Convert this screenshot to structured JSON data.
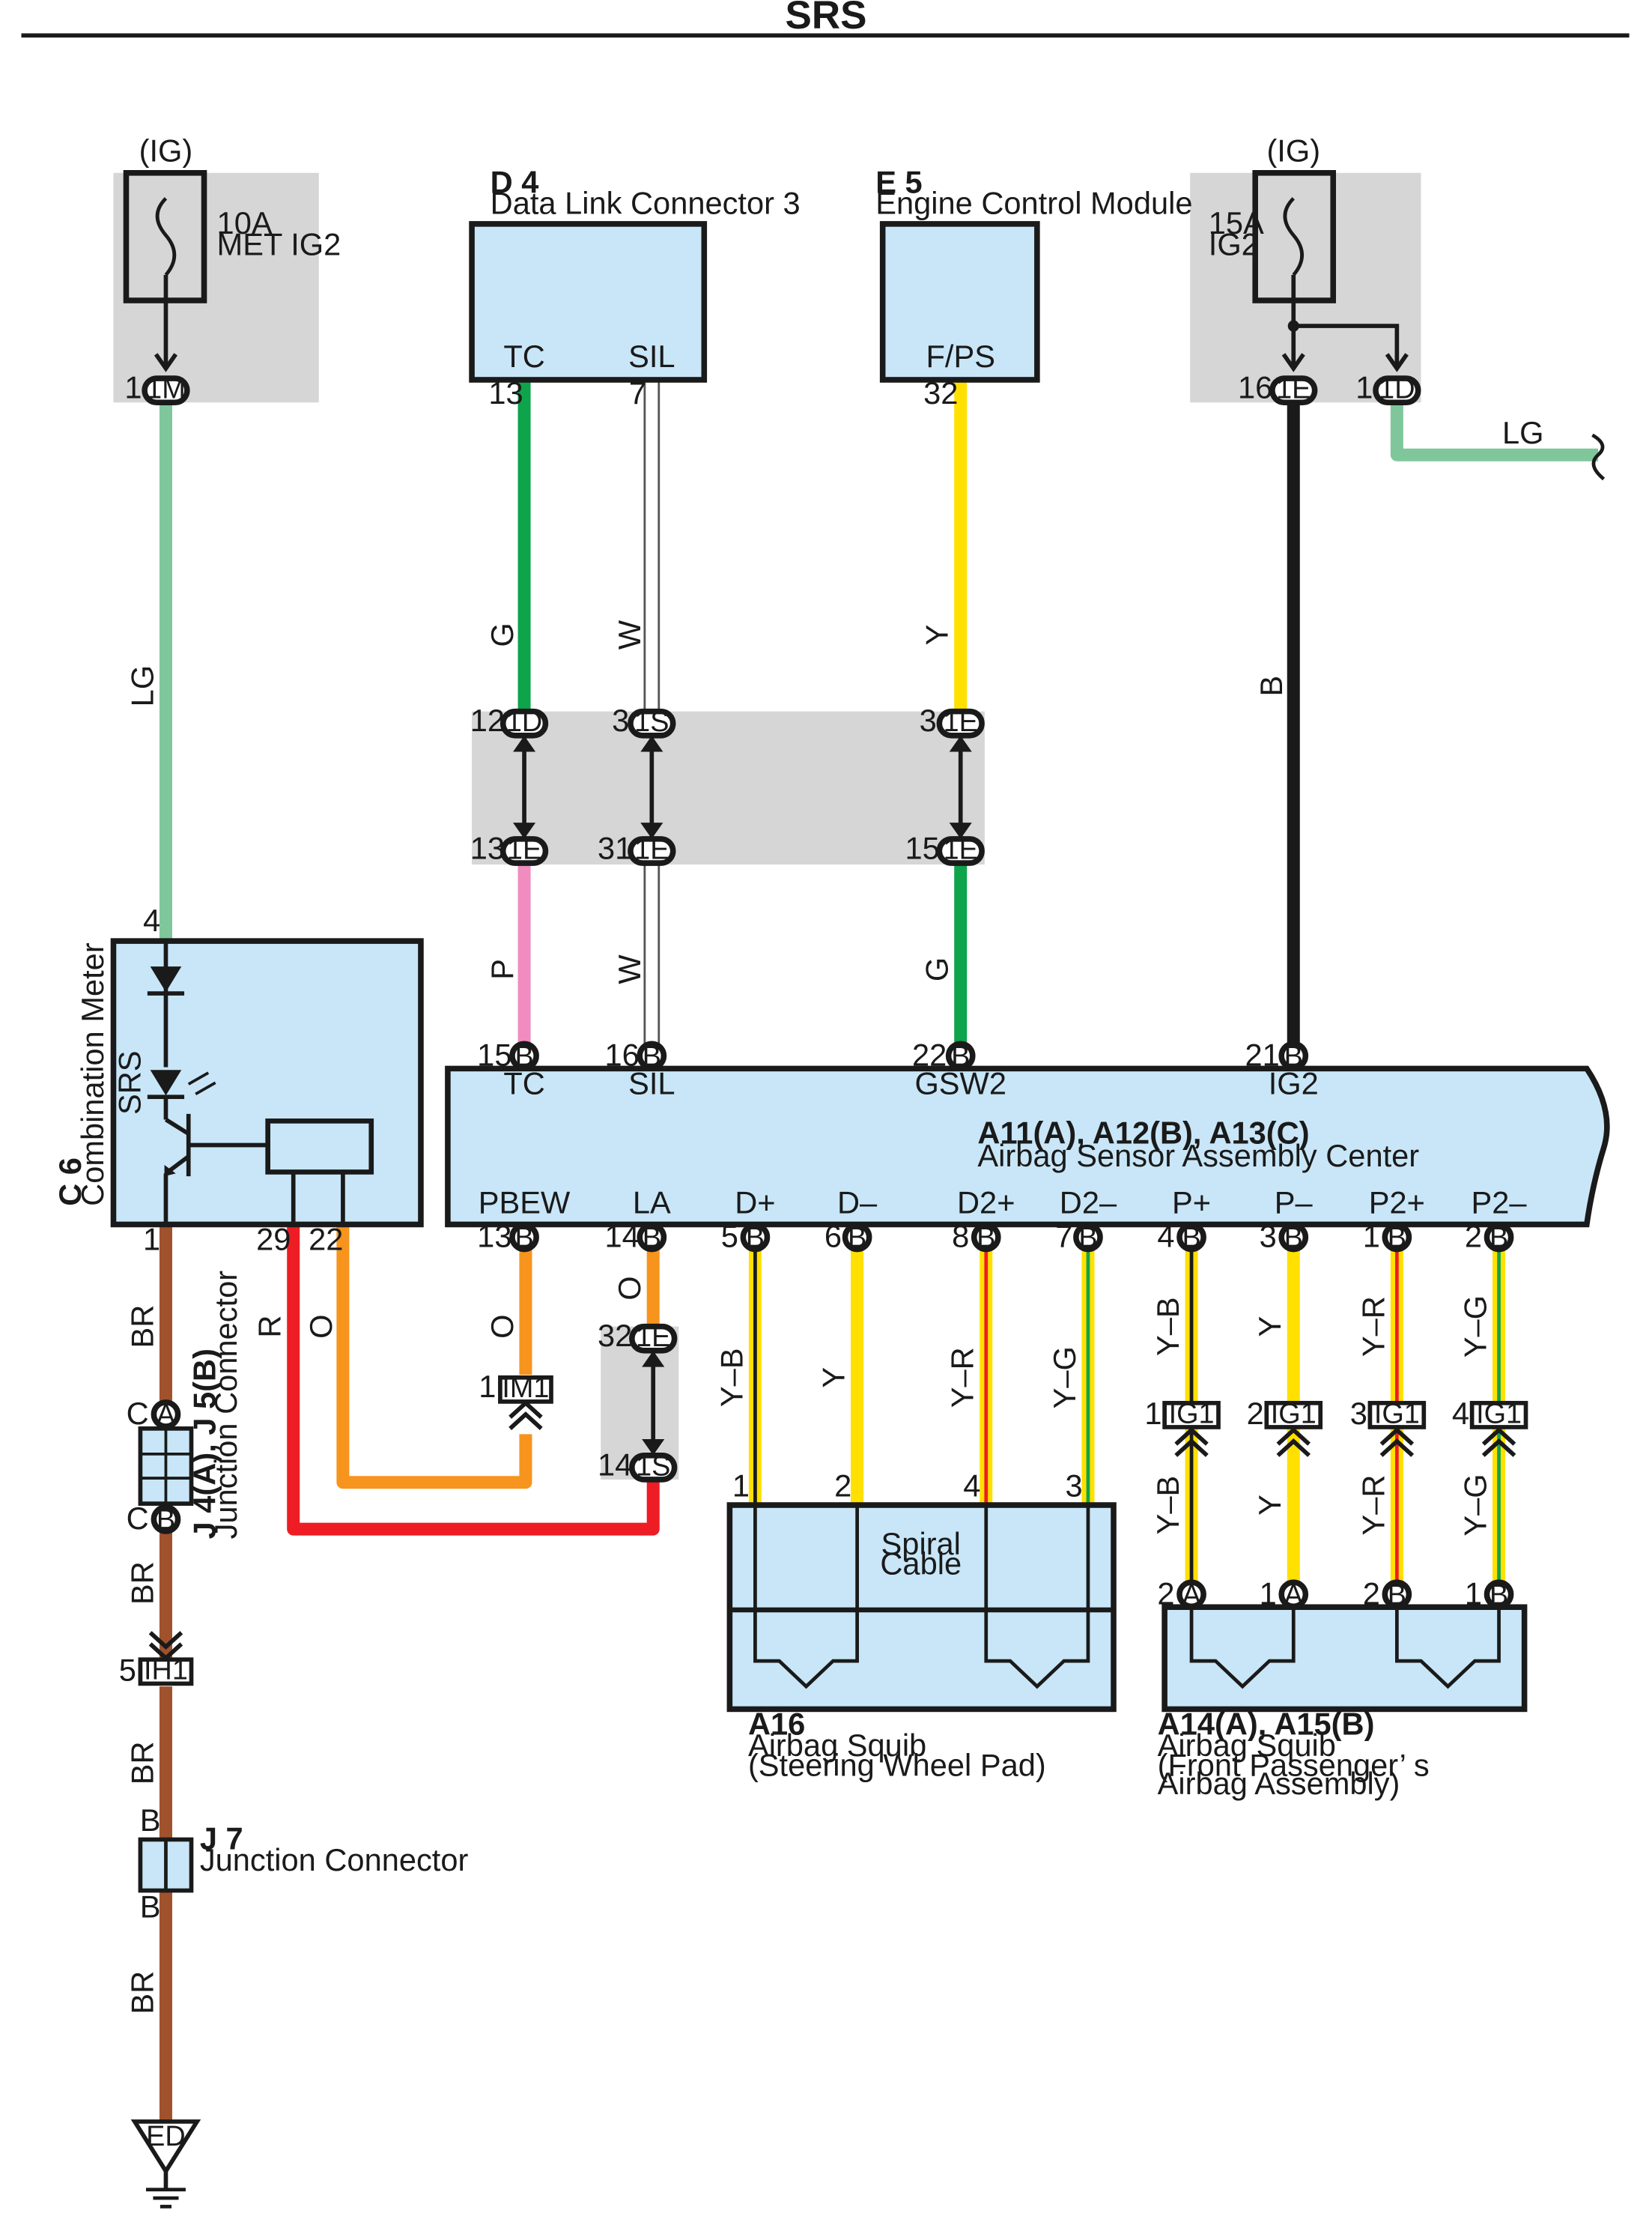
{
  "title": "SRS",
  "colors": {
    "LG": "#7fc79b",
    "G": "#0ea44b",
    "W": "#ffffff",
    "Y": "#ffe000",
    "B": "#1a1a1a",
    "P": "#f08cc0",
    "BR": "#a0522d",
    "R": "#ee1c24",
    "O": "#f7941d",
    "box_fill": "#c8e6f7",
    "grey_fill": "#d6d6d6"
  },
  "fuses": {
    "met_ig2": {
      "supply": "(IG)",
      "rating": "10A",
      "name": "MET IG2"
    },
    "ig2": {
      "supply": "(IG)",
      "rating": "15A",
      "name": "IG2"
    }
  },
  "connectors": {
    "d4": {
      "code": "D 4",
      "name": "Data Link Connector 3",
      "tc": "TC",
      "sil": "SIL"
    },
    "e5": {
      "code": "E 5",
      "name": "Engine Control Module",
      "fps": "F/PS"
    },
    "c6": {
      "code": "C 6",
      "name": "Combination Meter",
      "srs": "SRS"
    },
    "asac": {
      "code": "A11(A), A12(B), A13(C)",
      "name": "Airbag Sensor Assembly Center",
      "top_pins": [
        "TC",
        "SIL",
        "GSW2",
        "IG2"
      ],
      "bottom_pins": [
        "PBEW",
        "LA",
        "D+",
        "D–",
        "D2+",
        "D2–",
        "P+",
        "P–",
        "P2+",
        "P2–"
      ]
    },
    "j4j5": {
      "code": "J 4(A), J 5(B)",
      "name": "Junction Connector"
    },
    "j7": {
      "code": "J 7",
      "name": "Junction Connector"
    },
    "spiral": {
      "line1": "Spiral",
      "line2": "Cable"
    },
    "a16": {
      "code": "A16",
      "line1": "Airbag Squib",
      "line2": "(Steering Wheel Pad)"
    },
    "a14a15": {
      "code": "A14(A), A15(B)",
      "line1": "Airbag Squib",
      "line2": "(Front Passenger’ s",
      "line3": " Airbag Assembly)"
    },
    "ground": "ED"
  },
  "junction_ids": {
    "1M": "1M",
    "1E": "1E",
    "1D": "1D",
    "1S": "1S",
    "B": "B",
    "A": "A",
    "C": "C",
    "IM1": "IM1",
    "IH1": "IH1",
    "IG1": "IG1"
  },
  "pins": {
    "p1": "1",
    "p2": "2",
    "p3": "3",
    "p4": "4",
    "p5": "5",
    "p6": "6",
    "p7": "7",
    "p8": "8",
    "p12": "12",
    "p13": "13",
    "p14": "14",
    "p15": "15",
    "p16": "16",
    "p21": "21",
    "p22": "22",
    "p29": "29",
    "p31": "31",
    "p32": "32"
  },
  "wire_labels": {
    "LG": "LG",
    "G": "G",
    "W": "W",
    "Y": "Y",
    "B": "B",
    "P": "P",
    "BR": "BR",
    "R": "R",
    "O": "O",
    "YB": "Y–B",
    "YR": "Y–R",
    "YG": "Y–G"
  }
}
